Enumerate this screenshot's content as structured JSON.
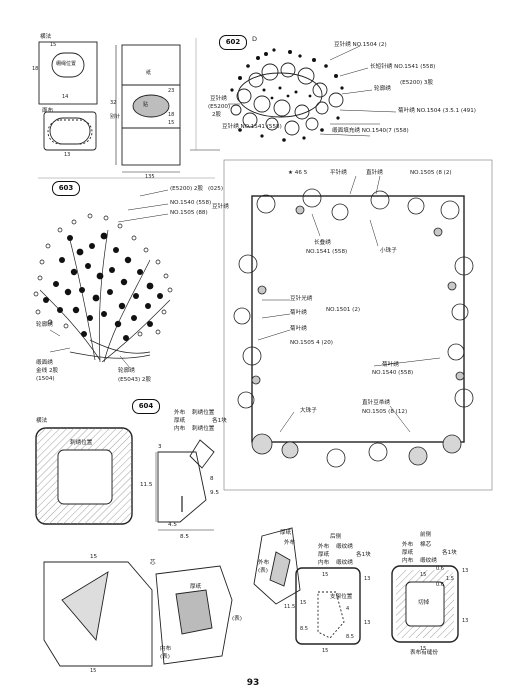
{
  "page_number": "93",
  "sections": {
    "s602": {
      "badge": "602",
      "letter": "D",
      "labels": {
        "hengfa": "横法",
        "miankou": "面布",
        "pos_top": "绷绳位置",
        "zhi": "纸",
        "tie": "贴",
        "bie": "别针",
        "l1": "豆针绣 NO.1504 (2)",
        "l2": "长短针绣 NO.1541 (558)",
        "l3": "(E5200) 3股",
        "l4": "轮廓绣",
        "l5": "菊叶绣 NO.1504 (3.5.1 (491)",
        "l6": "豆针绣",
        "l7": "(E5200)",
        "l8": "2股",
        "l9": "豆针绣 NO.1541 (558)",
        "l10": "缎面填充绣 NO.1540(7 (558)"
      },
      "dims": [
        "15",
        "18",
        "14",
        "32",
        "23",
        "18",
        "15",
        "135",
        "13"
      ]
    },
    "s603": {
      "badge": "603",
      "labels": {
        "a1": "(E5200) 2股",
        "a2": "(025)",
        "a3": "NO.1540 (558)",
        "a4": "NO.1505 (88)",
        "a5": "豆针绣",
        "b1": "轮廓绣",
        "b2": "缎面绣",
        "b3": "金线 2股",
        "b4": "(1504)",
        "b5": "轮廓绣",
        "b6": "(E5043) 2股"
      }
    },
    "frame": {
      "labels": {
        "t1": "★ 46 5",
        "t2": "平针绣",
        "t3": "直针绣",
        "t4": "NO.1505 (8 (2)",
        "c1": "长叠绣",
        "c2": "NO.1541 (558)",
        "c3": "小珠子",
        "m1": "豆针光绣",
        "m2": "菊叶绣",
        "m3": "NO.1501 (2)",
        "m4": "菊叶绣",
        "m5": "NO.1505 4 (20)",
        "r1": "菊叶绣",
        "r2": "NO.1540 (558)",
        "bl": "大珠子",
        "br1": "直针豆帚绣",
        "br2": "NO.1505 (8 (12)"
      }
    },
    "s604": {
      "badge": "604",
      "labels": {
        "hengfa": "横法",
        "pos": "刺绣位置",
        "w1": "外布",
        "w2": "厚纸",
        "w3": "内布",
        "w4": "刺绣位置",
        "w5": "各1块",
        "w6": "刺绣位置",
        "core": "芯",
        "houzhi": "厚纸",
        "neibu": "内布",
        "neibu2": "(表)",
        "waibu": "外布",
        "biao": "(表)",
        "waibu2": "外布",
        "biao2": "(表)",
        "houzhi2": "厚纸",
        "hou": "后侧",
        "hou_w1": "外布",
        "hou_w2": "厚纸",
        "hou_w3": "内布",
        "hou_w4": "缎纹绣",
        "hou_w5": "缎纹绣",
        "hou_w6": "各1块",
        "anchor": "支架位置",
        "front": "前侧",
        "f1": "外布",
        "f2": "厚纸",
        "f3": "内布",
        "f4": "棉芯",
        "f5": "缎纹绣",
        "f6": "各1块",
        "cut": "切掉",
        "fabric": "表布有缝份"
      },
      "dims": [
        "3",
        "11.5",
        "8",
        "9.5",
        "4.5",
        "8.5",
        "15",
        "15",
        "13",
        "8.5",
        "15",
        "13",
        "15",
        "13",
        "0.6",
        "1.5",
        "0.6",
        "15",
        "13",
        "15",
        "15",
        "11.5",
        "4",
        "8.5"
      ]
    }
  }
}
